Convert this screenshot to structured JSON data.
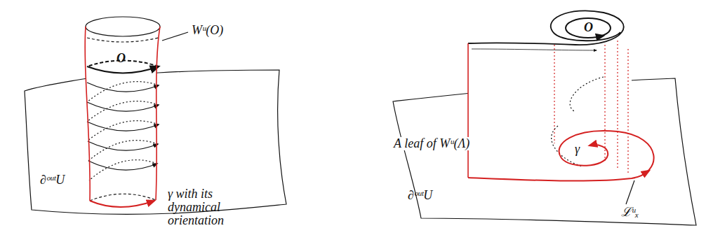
{
  "diagram": {
    "labels": [
      "Wᵘ(O)",
      "O",
      "γ with its dynamical orientation",
      "∂ᵒᵘᵗU",
      "O",
      "A leaf of Wᵘ(Λ)",
      "γ",
      "ℒᵘₓ",
      "∂ᵒᵘᵗU"
    ]
  }
}
